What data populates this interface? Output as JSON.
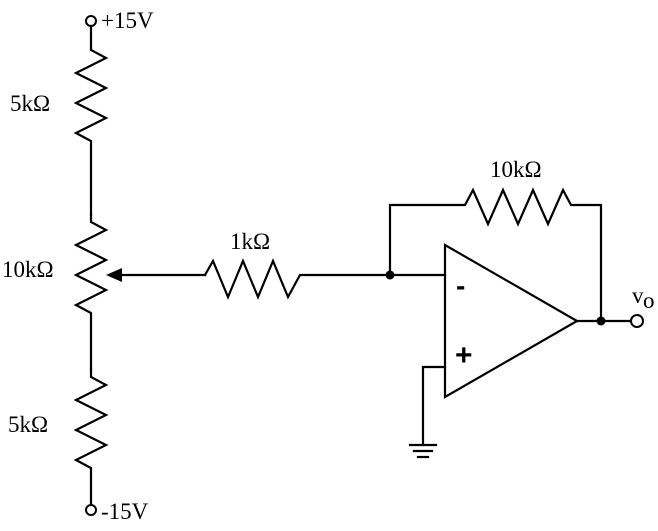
{
  "supply": {
    "positive_label": "+15V",
    "negative_label": "-15V"
  },
  "resistors": {
    "top": "5kΩ",
    "pot": "10kΩ",
    "bottom": "5kΩ",
    "input": "1kΩ",
    "feedback": "10kΩ"
  },
  "opamp": {
    "inverting_sign": "-",
    "noninverting_sign": "+"
  },
  "output": {
    "label": "v",
    "label_sub": "o"
  },
  "colors": {
    "ink": "#000000",
    "background": "#ffffff"
  },
  "icons": {
    "ground": "ground-icon",
    "terminal": "open-terminal-icon",
    "junction": "junction-dot-icon"
  }
}
